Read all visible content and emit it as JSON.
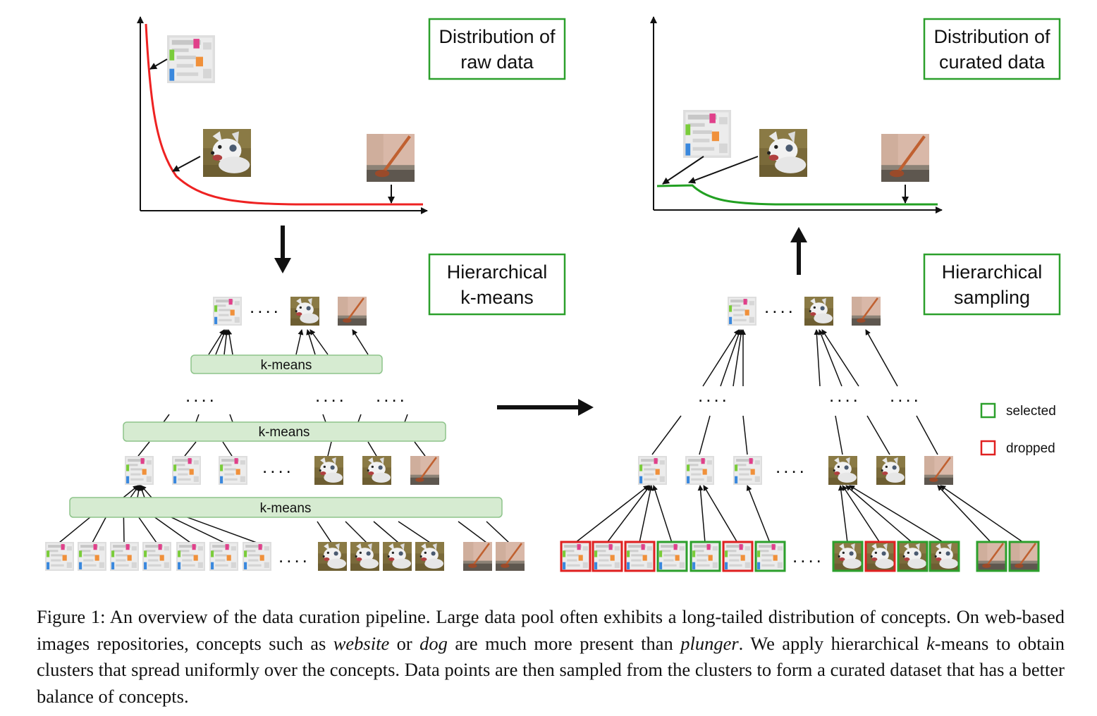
{
  "boxes": {
    "raw_line1": "Distribution of",
    "raw_line2": "raw data",
    "curated_line1": "Distribution of",
    "curated_line2": "curated data",
    "hkm_line1": "Hierarchical",
    "hkm_line2": "k-means",
    "hs_line1": "Hierarchical",
    "hs_line2": "sampling"
  },
  "kmeans_label": "k-means",
  "ellipsis": "....",
  "legend": {
    "selected": "selected",
    "dropped": "dropped"
  },
  "colors": {
    "box_border": "#2ca02c",
    "raw_curve": "#ee2222",
    "curated_curve": "#22a022",
    "kmeans_fill": "#d6ebd1",
    "kmeans_border": "#8dc48a",
    "selected": "#2ca02c",
    "dropped": "#e02020"
  },
  "icons": {
    "website": "website-thumbnail-icon",
    "dog": "dog-thumbnail-icon",
    "plunger": "plunger-thumbnail-icon"
  },
  "bottom_selection": [
    "dropped",
    "dropped",
    "dropped",
    "selected",
    "selected",
    "dropped",
    "selected",
    "selected",
    "dropped",
    "selected",
    "selected",
    "selected",
    "selected"
  ],
  "caption": {
    "p1": "Figure 1: An overview of the data curation pipeline. Large data pool often exhibits a long-tailed distribution of concepts. On web-based images repositories, concepts such as ",
    "em1": "website",
    "p2": " or ",
    "em2": "dog",
    "p3": " are much more present than ",
    "em3": "plunger",
    "p4": ". We apply hierarchical ",
    "em4": "k",
    "p5": "-means to obtain clusters that spread uniformly over the concepts. Data points are then sampled from the clusters to form a curated dataset that has a better balance of concepts."
  }
}
